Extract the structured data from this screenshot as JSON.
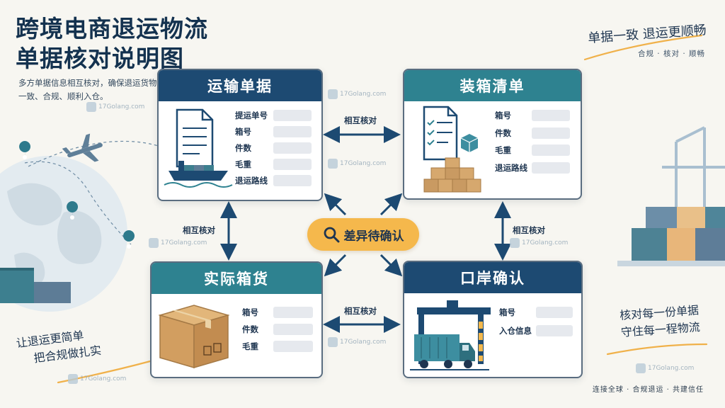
{
  "title_lines": [
    "跨境电商退运物流",
    "单据核对说明图"
  ],
  "subtitle": "多方单据信息相互核对，确保退运货物一致、合规、顺利入仓。",
  "slogans": {
    "top_right": "单据一致  退运更顺畅",
    "top_right_sub": "合规 · 核对 · 顺畅",
    "bottom_left_lines": [
      "让退运更简单",
      "把合规做扎实"
    ],
    "bottom_right_lines": [
      "核对每一份单据",
      "守住每一程物流"
    ],
    "bottom_right_sub": "连接全球 · 合规退运 · 共建信任"
  },
  "watermark_text": "17Golang.com",
  "colors": {
    "navy": "#1d4a72",
    "teal": "#2e8290",
    "orange": "#f5b84c",
    "ink": "#1e3550"
  },
  "cards": {
    "transport": {
      "title": "运输单据",
      "fields": [
        "提运单号",
        "箱号",
        "件数",
        "毛重",
        "退运路线"
      ]
    },
    "packing": {
      "title": "装箱清单",
      "fields": [
        "箱号",
        "件数",
        "毛重",
        "退运路线"
      ]
    },
    "goods": {
      "title": "实际箱货",
      "fields": [
        "箱号",
        "件数",
        "毛重"
      ]
    },
    "port": {
      "title": "口岸确认",
      "fields": [
        "箱号",
        "入仓信息"
      ]
    }
  },
  "edge_label": "相互核对",
  "center": {
    "label": "差异待确认",
    "icon": "magnifier-icon"
  }
}
